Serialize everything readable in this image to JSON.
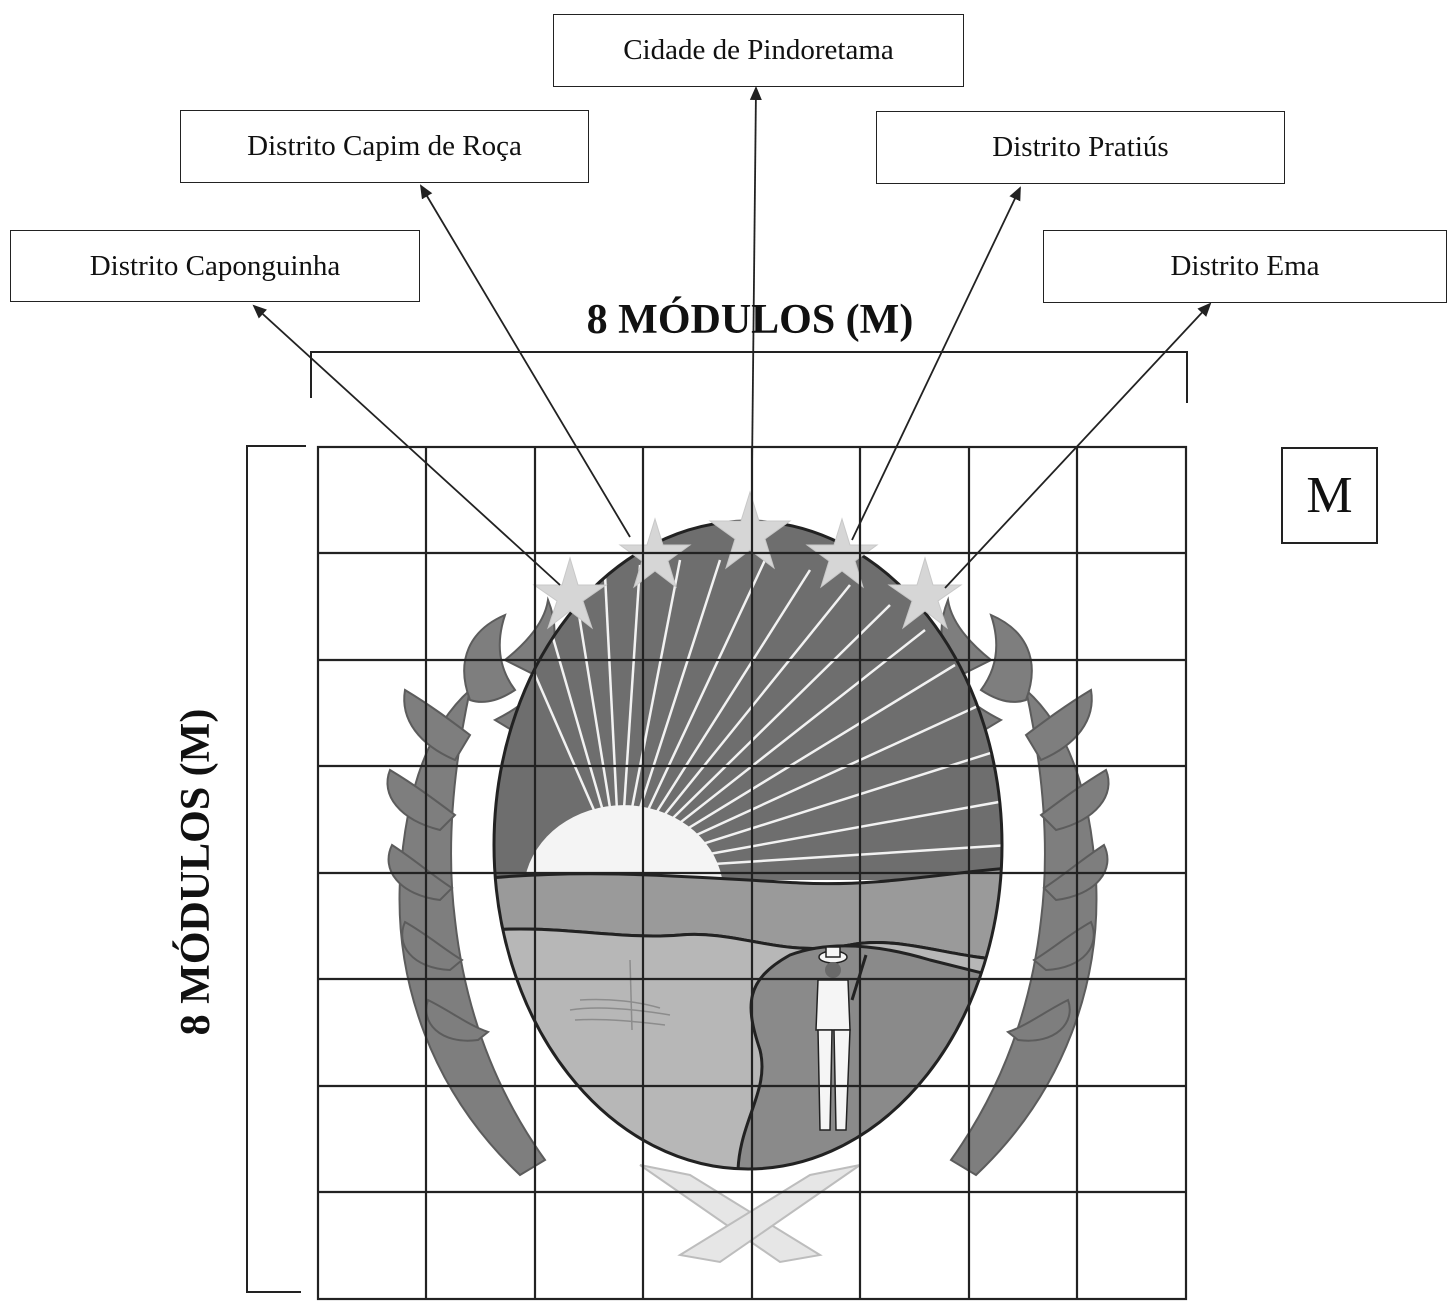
{
  "labels": {
    "cidade": "Cidade de Pindoretama",
    "capim": "Distrito Capim de Roça",
    "pratius": "Distrito Pratiús",
    "caponguinha": "Distrito Caponguinha",
    "ema": "Distrito Ema"
  },
  "dimensions": {
    "horizontal": "8 MÓDULOS (M)",
    "vertical": "8 MÓDULOS (M)",
    "module_symbol": "M"
  },
  "colors": {
    "stars": "#d6d6d6",
    "sky": "#6e6e6e",
    "rays": "#f2f2f2",
    "sun": "#f4f4f4",
    "sea": "#9a9a9a",
    "land": "#b7b7b7",
    "road": "#8a8a8a",
    "leaves": "#7e7e7e",
    "grid": "#222222"
  }
}
